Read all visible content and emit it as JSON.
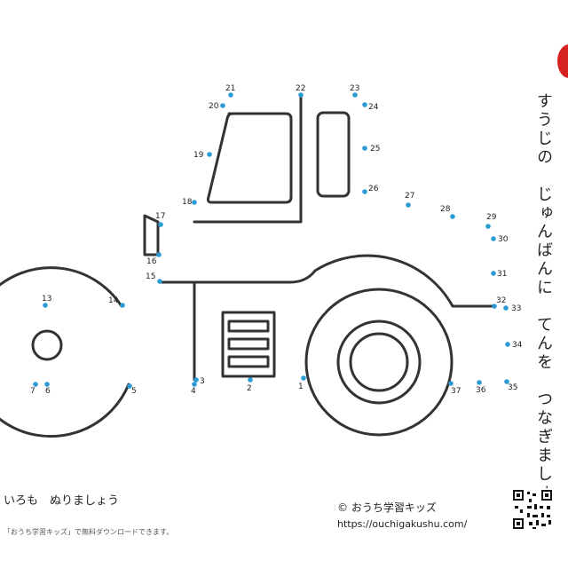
{
  "instructions": {
    "line1": "すうじの　じゅんばんに　てんを　つなぎましょう。"
  },
  "footer": {
    "color_text": "いろも　ぬりましょう",
    "fine_print": "「おうち学習キッズ」で無料ダウンロードできます。",
    "copyright": "© おうち学習キッズ",
    "url": "https://ouchigakushu.com/"
  },
  "colors": {
    "dot": "#2b9bd6",
    "accent": "#d6221e",
    "line": "#333333"
  },
  "icons": {
    "badge": "red-circle-icon",
    "qr": "qr-code-icon"
  },
  "dots": [
    {
      "n": "1"
    },
    {
      "n": "2"
    },
    {
      "n": "3"
    },
    {
      "n": "4"
    },
    {
      "n": "5"
    },
    {
      "n": "6"
    },
    {
      "n": "7"
    },
    {
      "n": "13"
    },
    {
      "n": "14"
    },
    {
      "n": "15"
    },
    {
      "n": "16"
    },
    {
      "n": "17"
    },
    {
      "n": "18"
    },
    {
      "n": "19"
    },
    {
      "n": "20"
    },
    {
      "n": "21"
    },
    {
      "n": "22"
    },
    {
      "n": "23"
    },
    {
      "n": "24"
    },
    {
      "n": "25"
    },
    {
      "n": "26"
    },
    {
      "n": "27"
    },
    {
      "n": "28"
    },
    {
      "n": "29"
    },
    {
      "n": "30"
    },
    {
      "n": "31"
    },
    {
      "n": "32"
    },
    {
      "n": "33"
    },
    {
      "n": "34"
    },
    {
      "n": "35"
    },
    {
      "n": "36"
    },
    {
      "n": "37"
    }
  ]
}
